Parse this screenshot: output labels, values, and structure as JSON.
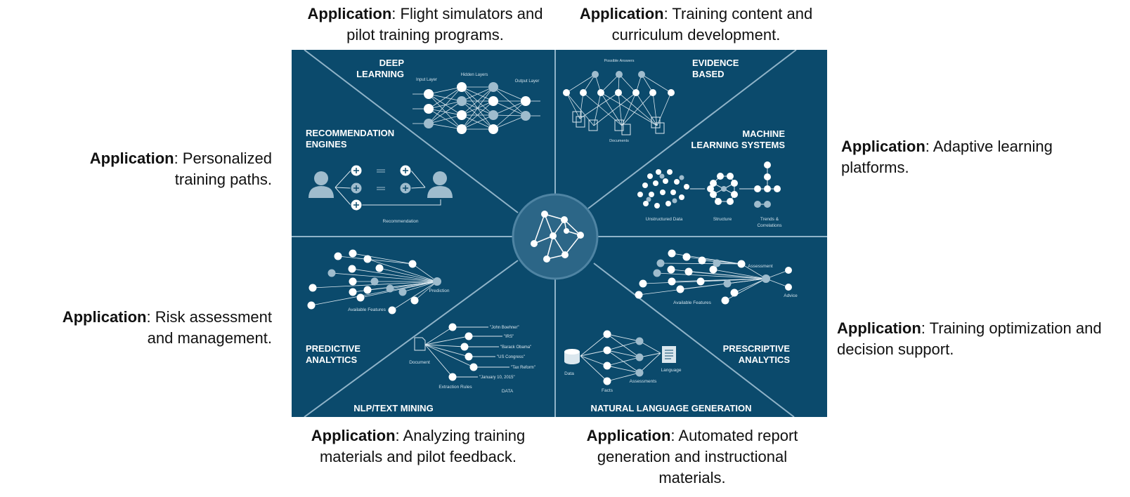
{
  "captions": {
    "top_left": {
      "label": "Application",
      "text": ": Flight simulators and pilot training programs."
    },
    "top_right": {
      "label": "Application",
      "text": ": Training content and curriculum development."
    },
    "left_upper": {
      "label": "Application",
      "text": ": Personalized training paths."
    },
    "right_upper": {
      "label": "Application",
      "text": ": Adaptive learning platforms."
    },
    "left_lower": {
      "label": "Application",
      "text": ": Risk assessment and management."
    },
    "right_lower": {
      "label": "Application",
      "text": ": Training optimization and decision support."
    },
    "bottom_left": {
      "label": "Application",
      "text": ": Analyzing training materials and pilot feedback."
    },
    "bottom_right": {
      "label": "Application",
      "text": ": Automated report generation and instructional materials."
    }
  },
  "panel": {
    "bg_color": "#0b4a6c",
    "line_color": "#8fb3c8",
    "sections": {
      "deep_learning": {
        "title1": "DEEP",
        "title2": "LEARNING",
        "input_layer": "Input Layer",
        "hidden_layers": "Hidden Layers",
        "output_layer": "Output Layer"
      },
      "evidence_based": {
        "title1": "EVIDENCE",
        "title2": "BASED",
        "possible_answers": "Possible Answers",
        "documents": "Documents"
      },
      "recommendation_engines": {
        "title1": "RECOMMENDATION",
        "title2": "ENGINES",
        "recommendation": "Recommendation"
      },
      "machine_learning": {
        "title1": "MACHINE",
        "title2": "LEARNING SYSTEMS",
        "unstructured": "Unstructured Data",
        "structure": "Structure",
        "trends1": "Trends &",
        "trends2": "Correlations"
      },
      "predictive_analytics": {
        "title1": "PREDICTIVE",
        "title2": "ANALYTICS",
        "prediction": "Prediction",
        "available_features": "Available Features"
      },
      "prescriptive_analytics": {
        "title1": "PRESCRIPTIVE",
        "title2": "ANALYTICS",
        "assessment": "Assessment",
        "advice": "Advice",
        "available_features": "Available Features"
      },
      "nlp_text_mining": {
        "title": "NLP/TEXT MINING",
        "document": "Document",
        "extraction_rules": "Extraction Rules",
        "data": "DATA",
        "entities": [
          "\"John Boehner\"",
          "\"IRS\"",
          "\"Barack Obama\"",
          "\"US Congress\"",
          "\"Tax Reform\"",
          "\"January 10, 2015\""
        ]
      },
      "nlg": {
        "title": "NATURAL LANGUAGE GENERATION",
        "data": "Data",
        "facts": "Facts",
        "assessments": "Assessments",
        "language": "Language"
      }
    }
  }
}
